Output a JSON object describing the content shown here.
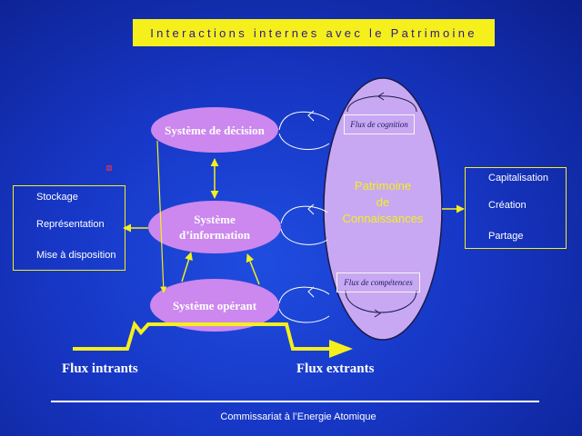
{
  "title": "Interactions internes avec le Patrimoine",
  "left_box": {
    "items": [
      "Stockage",
      "Représentation",
      "Mise à disposition"
    ]
  },
  "right_box": {
    "items": [
      "Capitalisation",
      "Création",
      "Partage"
    ]
  },
  "nodes": {
    "decision": "Système de décision",
    "information_line1": "Système",
    "information_line2": "d’information",
    "operant": "Système opérant"
  },
  "patrimoine": {
    "line1": "Patrimoine",
    "line2": "de",
    "line3": "Connaissances"
  },
  "flux_boxes": {
    "cognition": "Flux de cognition",
    "competences": "Flux de compétences"
  },
  "flows": {
    "intrants": "Flux intrants",
    "extrants": "Flux extrants"
  },
  "footer": "Commissariat à l’Energie Atomique",
  "colors": {
    "background": "#1737c6",
    "accent_yellow": "#f5ef1c",
    "ellipse_fill": "#cc88ee",
    "patrimoine_fill": "#c8a8f2"
  }
}
